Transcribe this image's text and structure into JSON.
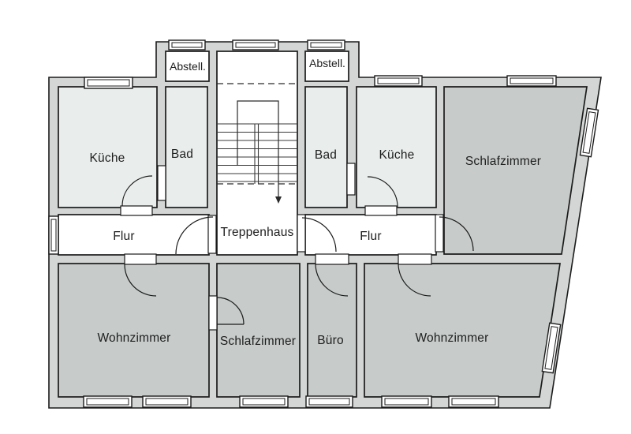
{
  "figure": {
    "type": "floor-plan",
    "language": "de",
    "floor": "apartment storey with central stairwell"
  },
  "colors": {
    "wall": "#d3d6d5",
    "room_light": "#e9edec",
    "room_dark": "#c7cbca",
    "room_white": "#ffffff",
    "line": "#1b1b1b",
    "background": "#ffffff"
  },
  "rooms": {
    "abstell_left": {
      "label": "Abstell."
    },
    "abstell_right": {
      "label": "Abstell."
    },
    "kueche_left": {
      "label": "Küche"
    },
    "bad_left": {
      "label": "Bad"
    },
    "bad_right": {
      "label": "Bad"
    },
    "kueche_right": {
      "label": "Küche"
    },
    "schlafzimmer_right": {
      "label": "Schlafzimmer"
    },
    "flur_left": {
      "label": "Flur"
    },
    "treppenhaus": {
      "label": "Treppenhaus"
    },
    "flur_right": {
      "label": "Flur"
    },
    "wohnzimmer_left": {
      "label": "Wohnzimmer"
    },
    "schlafzimmer_bottom": {
      "label": "Schlafzimmer"
    },
    "buero": {
      "label": "Büro"
    },
    "wohnzimmer_right": {
      "label": "Wohnzimmer"
    }
  }
}
